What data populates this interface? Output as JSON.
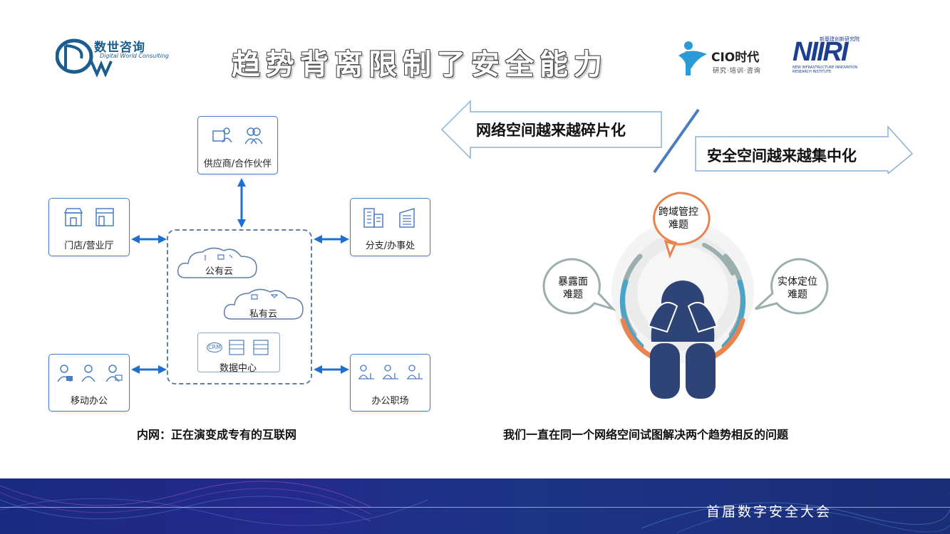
{
  "header": {
    "title": "趋势背离限制了安全能力",
    "logo_left_name": "数世咨询",
    "logo_left_sub": "Digital World Consulting",
    "logo_cio_name": "CIO时代",
    "logo_cio_sub": "研究·培训·咨询",
    "logo_niiri_name": "NIIRI",
    "logo_niiri_top": "新基建创新研究院",
    "logo_niiri_sub": "NEW INFRASTRUCTURE INNOVATION RESEARCH INSTITUTE"
  },
  "left_diagram": {
    "supplier_label": "供应商/合作伙伴",
    "store_label": "门店/营业厅",
    "branch_label": "分支/办事处",
    "mobile_label": "移动办公",
    "office_label": "办公职场",
    "public_cloud": "公有云",
    "private_cloud": "私有云",
    "datacenter": "数据中心",
    "crm_label": "CRM",
    "caption": "内网：正在演变成专有的互联网"
  },
  "right_diagram": {
    "arrow_left": "网络空间越来越碎片化",
    "arrow_right": "安全空间越来越集中化",
    "bubble_top": [
      "跨域管控",
      "难题"
    ],
    "bubble_left": [
      "暴露面",
      "难题"
    ],
    "bubble_right": [
      "实体定位",
      "难题"
    ],
    "caption": "我们一直在同一个网络空间试图解决两个趋势相反的问题"
  },
  "footer": {
    "event_name": "首届数字安全大会"
  },
  "colors": {
    "accent_blue": "#4a7ec3",
    "arrow_blue": "#1d6fd1",
    "bubble_orange": "#e8844f",
    "bubble_gray": "#9bb0ae",
    "figure_navy": "#2e4476",
    "band_blue": "#1f2a85"
  }
}
